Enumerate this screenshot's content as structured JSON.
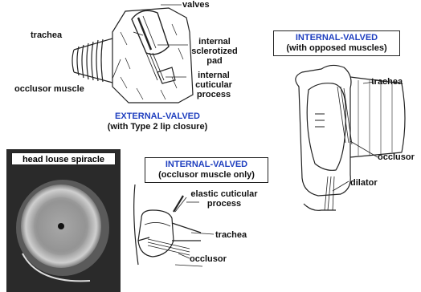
{
  "external_valved": {
    "title": "EXTERNAL-VALVED",
    "subtitle": "(with Type 2 lip closure)",
    "labels": {
      "valves": "valves",
      "trachea": "trachea",
      "internal_sclerotized_pad": [
        "internal",
        "sclerotized",
        "pad"
      ],
      "occlusor_muscle": "occlusor muscle",
      "internal_cuticular_process": [
        "internal",
        "cuticular",
        "process"
      ]
    }
  },
  "internal_valved_opposed": {
    "title": "INTERNAL-VALVED",
    "subtitle": "(with opposed muscles)",
    "labels": {
      "trachea": "trachea",
      "occlusor": "occlusor",
      "dilator": "dilator"
    }
  },
  "photo": {
    "title": "head louse spiracle"
  },
  "internal_valved_occlusor": {
    "title": "INTERNAL-VALVED",
    "subtitle": "(occlusor muscle only)",
    "labels": {
      "elastic_cuticular_process": [
        "elastic cuticular",
        "process"
      ],
      "trachea": "trachea",
      "occlusor": "occlusor"
    }
  },
  "colors": {
    "title_blue": "#1f3fbf"
  }
}
